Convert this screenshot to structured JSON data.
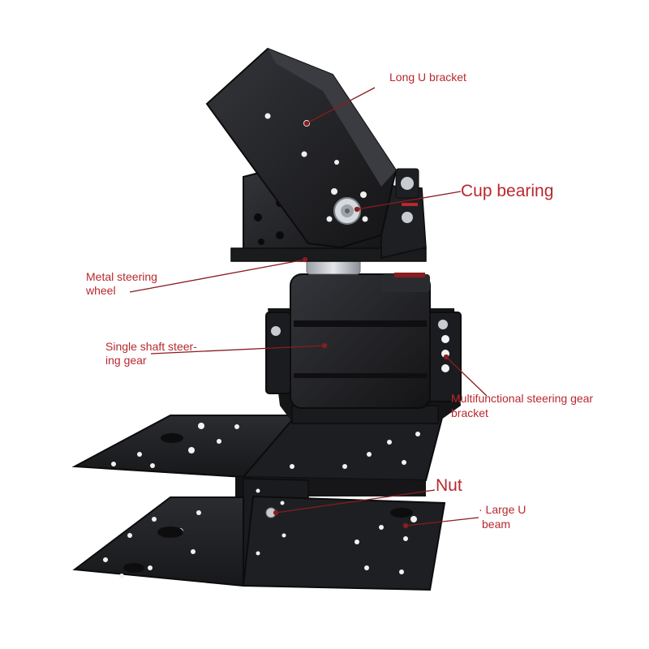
{
  "colors": {
    "label": "#b8282e",
    "leader": "#8a1c20",
    "metal": "#1c1c1e",
    "metal_light": "#2e2f33",
    "metal_edge": "#0c0c0d",
    "steel": "#c9ccd1",
    "background": "#ffffff"
  },
  "labels": {
    "long_u_bracket": "Long U bracket",
    "cup_bearing": "Cup bearing",
    "metal_steering_wheel_1": "Metal steering",
    "metal_steering_wheel_2": "wheel",
    "single_shaft_gear_1": "Single shaft steer-",
    "single_shaft_gear_2": "ing gear",
    "multifunctional_bracket_1": "Multifunctional steering gear",
    "multifunctional_bracket_2": "bracket",
    "nut": "Nut",
    "large_u_beam_1": "· Large U",
    "large_u_beam_2": "beam"
  }
}
